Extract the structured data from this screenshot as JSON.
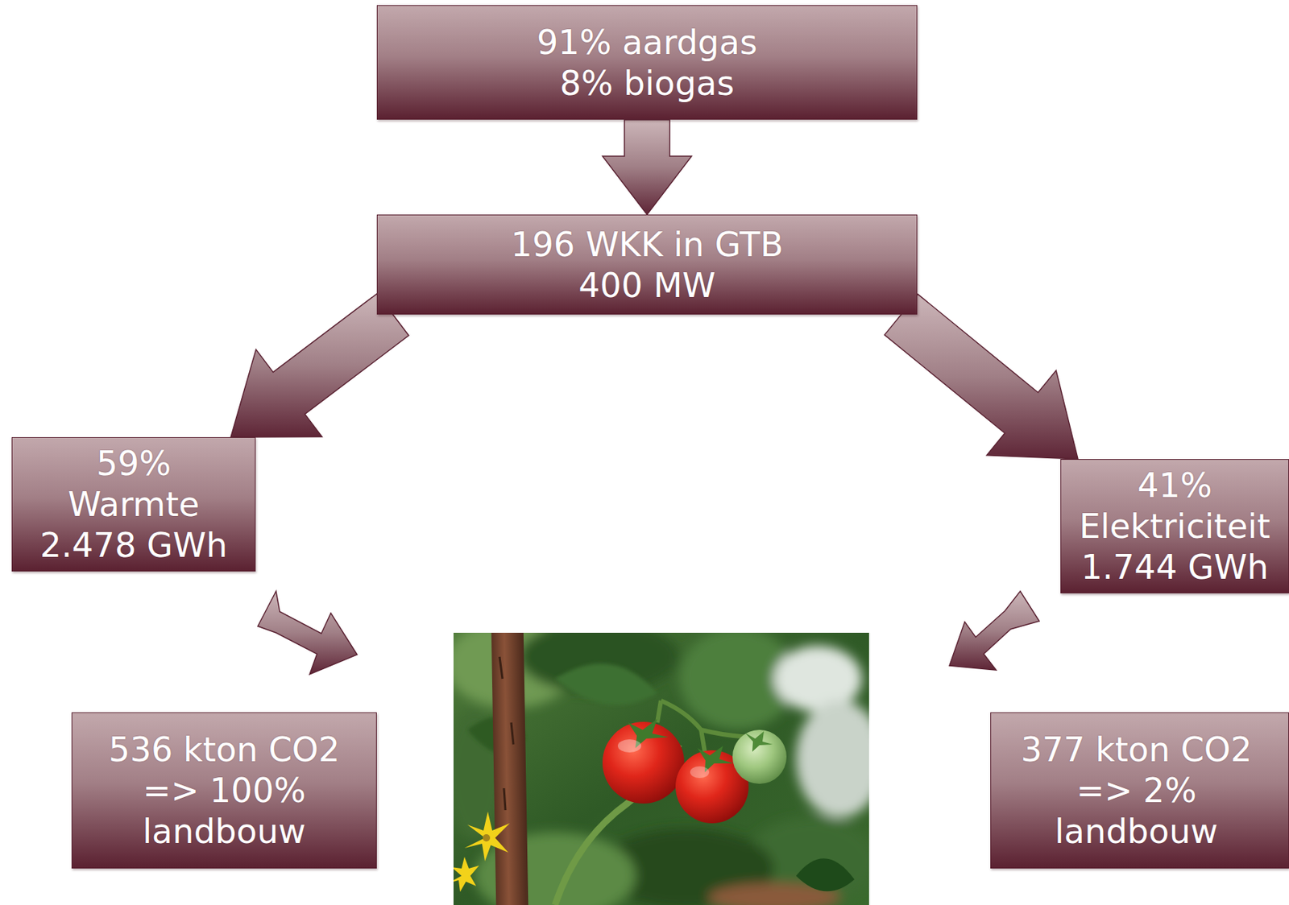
{
  "diagram": {
    "nodes": [
      {
        "text": [
          "91% aardgas",
          "8% biogas"
        ]
      },
      {
        "text": [
          "196 WKK in GTB",
          "400 MW"
        ]
      },
      {
        "text": [
          "59%",
          "Warmte",
          "2.478 GWh"
        ]
      },
      {
        "text": [
          "41%",
          "Elektriciteit",
          "1.744 GWh"
        ]
      },
      {
        "text": [
          "536 kton CO2 => 100% landbouw"
        ]
      },
      {
        "text": [
          "377 kton CO2 => 2% landbouw"
        ]
      }
    ],
    "edges": [
      {
        "from": 0,
        "to": 1,
        "arrow": "to"
      },
      {
        "from": 1,
        "to": 2,
        "arrow": "to"
      },
      {
        "from": 1,
        "to": 3,
        "arrow": "to"
      }
    ]
  }
}
